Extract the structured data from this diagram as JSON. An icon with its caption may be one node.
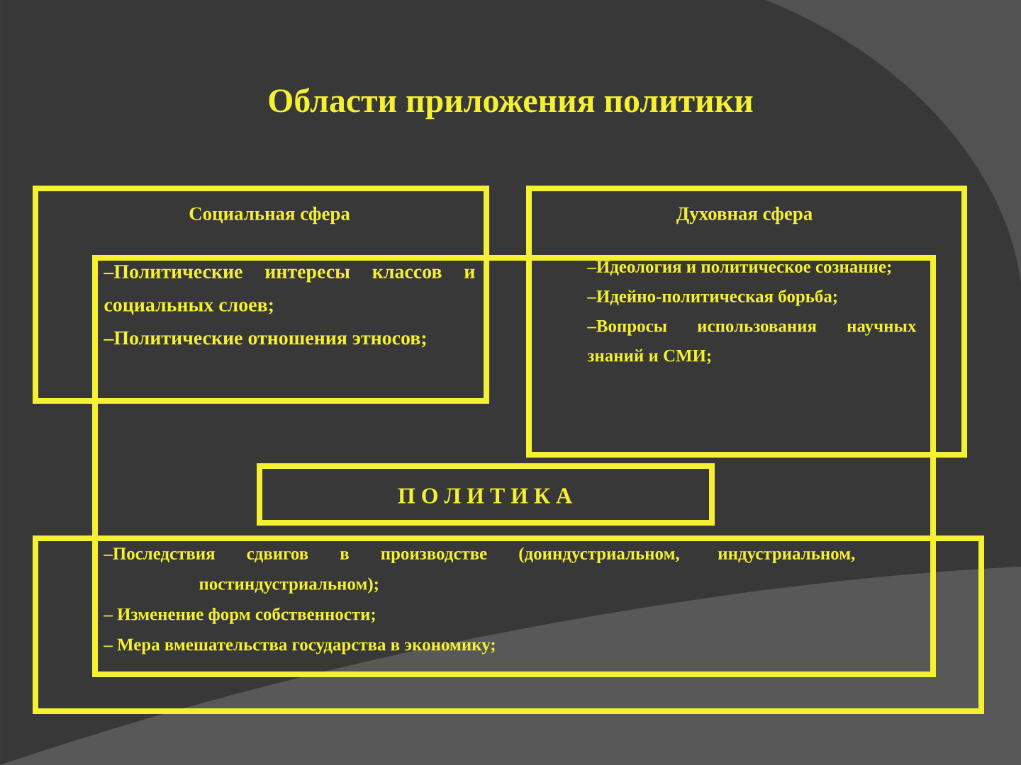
{
  "diagram": {
    "title": "Области приложения политики",
    "nodes": [
      {
        "text": [
          "Социальная сфера",
          "–Политические интересы классов и социальных слоев;",
          "–Политические отношения этносов;"
        ]
      },
      {
        "text": [
          "Духовная сфера",
          "–Идеология и политическое сознание;",
          "–Идейно-политическая борьба;",
          "–Вопросы использования научных знаний и СМИ;"
        ]
      },
      {
        "text": [],
        "shape": "box"
      },
      {
        "text": [
          "П О Л И Т И К А"
        ],
        "in": 2
      },
      {
        "text": [
          "–Последствия сдвигов в производстве (доиндустриальном, индустриальном, постиндустриальном);",
          "– Изменение форм собственности;",
          "– Мера вмешательства государства в экономику;"
        ]
      }
    ]
  }
}
